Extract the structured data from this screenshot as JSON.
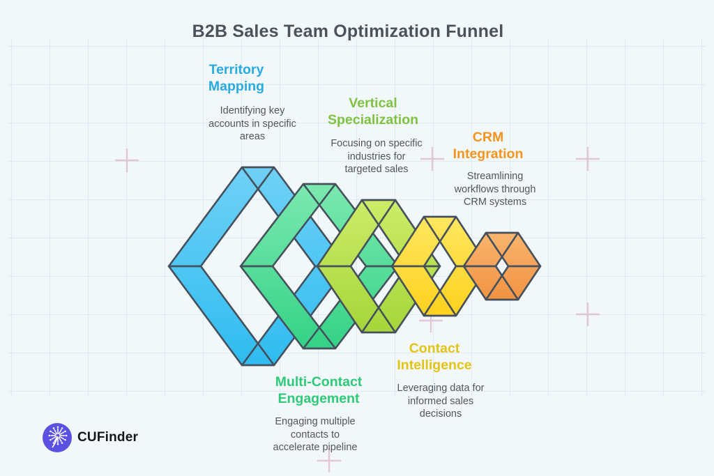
{
  "title": "B2B Sales Team Optimization Funnel",
  "stages": [
    {
      "id": "territory-mapping",
      "heading": "Territory\nMapping",
      "description": "Identifying key\naccounts in specific\nareas",
      "color": "#29abe2"
    },
    {
      "id": "vertical-specialization",
      "heading": "Vertical\nSpecialization",
      "description": "Focusing on specific\nindustries for\ntargeted sales",
      "color": "#7fc241"
    },
    {
      "id": "crm-integration",
      "heading": "CRM\nIntegration",
      "description": "Streamlining\nworkflows through\nCRM systems",
      "color": "#f7941e"
    },
    {
      "id": "multi-contact-engagement",
      "heading": "Multi-Contact\nEngagement",
      "description": "Engaging multiple\ncontacts to\naccelerate pipeline",
      "color": "#2eca78"
    },
    {
      "id": "contact-intelligence",
      "heading": "Contact\nIntelligence",
      "description": "Leveraging data for\ninformed sales\ndecisions",
      "color": "#e3c414"
    }
  ],
  "funnel": {
    "stroke": "#44505b",
    "crosshair_color": "#d6a3ad",
    "rings": [
      {
        "id": "territory-mapping",
        "gradient": [
          "#70d1f6",
          "#2fbcf0"
        ]
      },
      {
        "id": "multi-contact-engagement",
        "gradient": [
          "#7ce9b0",
          "#34d286"
        ]
      },
      {
        "id": "vertical-specialization",
        "gradient": [
          "#cdeb68",
          "#a5d63a"
        ]
      },
      {
        "id": "contact-intelligence",
        "gradient": [
          "#ffe760",
          "#fdd11e"
        ]
      },
      {
        "id": "crm-integration",
        "gradient": [
          "#f9b56e",
          "#f19242"
        ]
      }
    ]
  },
  "logo": {
    "text": "CUFinder",
    "icon": "dandelion-icon",
    "circle_color": "#5a50e2"
  }
}
